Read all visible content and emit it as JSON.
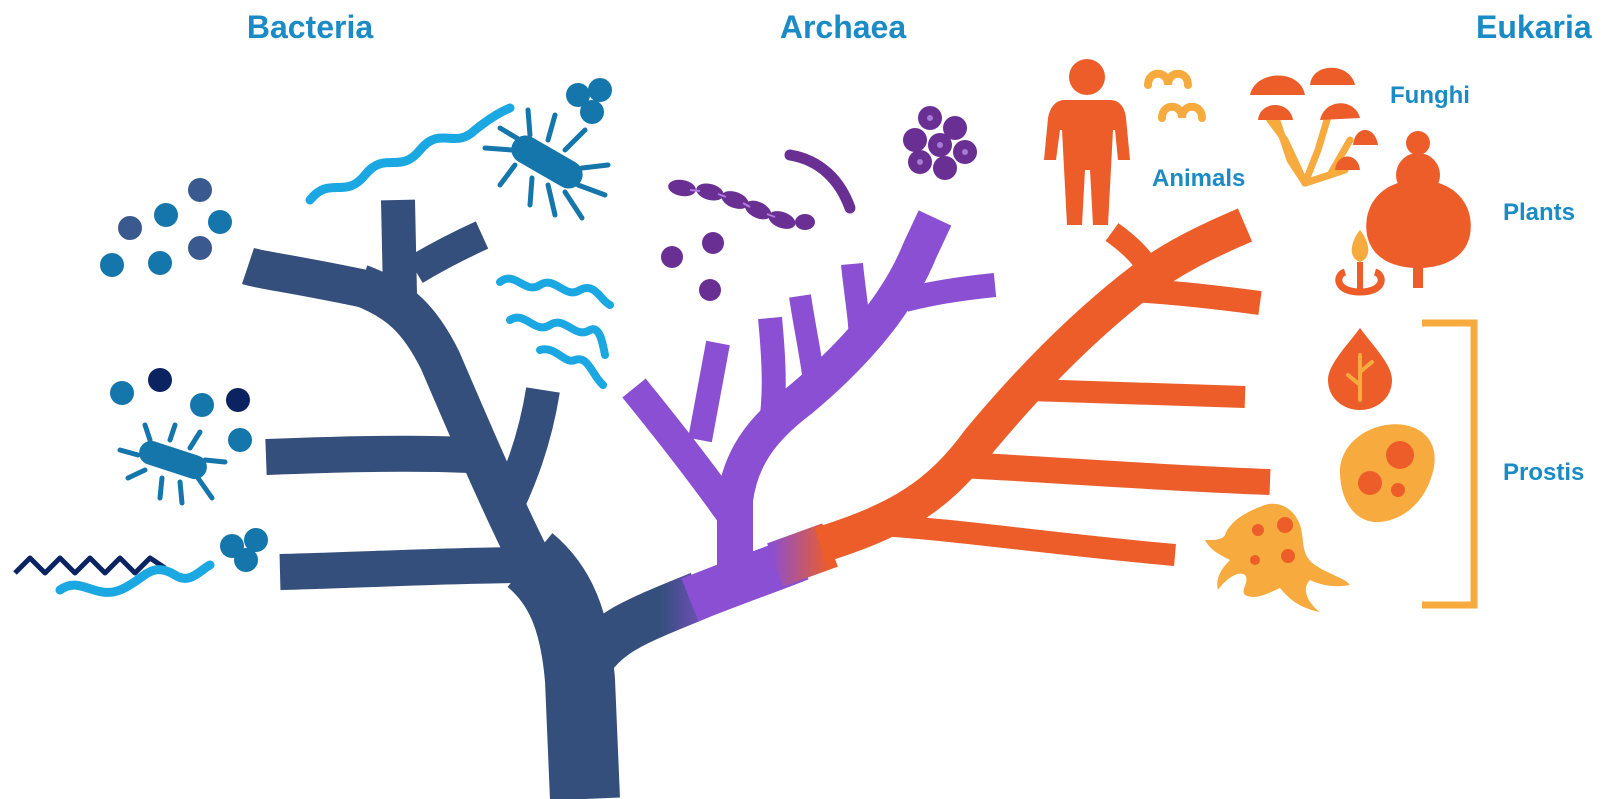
{
  "colors": {
    "label_blue": "#1a8bc4",
    "bacteria_trunk": "#344f7c",
    "archaea_purple": "#8a4fd3",
    "archaea_microbe": "#6a2f93",
    "eukaria_orange": "#ec5d2a",
    "protist_yellow": "#f7ab3f",
    "bacteria_blue_light": "#1ba8e2",
    "bacteria_blue_mid": "#1576ab",
    "bacteria_navy": "#0b2461",
    "bacteria_slate": "#3a5a8f"
  },
  "domains": {
    "bacteria": "Bacteria",
    "archaea": "Archaea",
    "eukaria": "Eukaria"
  },
  "groups": {
    "funghi": "Funghi",
    "animals": "Animals",
    "plants": "Plants",
    "prostis": "Prostis"
  },
  "icons": [
    "human-icon",
    "bird-icon",
    "mushroom-icon",
    "tree-icon",
    "sprout-icon",
    "algae-drop-icon",
    "amoeba-icon",
    "cell-icon",
    "cocci-icon",
    "spirilla-icon",
    "bacillus-icon"
  ]
}
